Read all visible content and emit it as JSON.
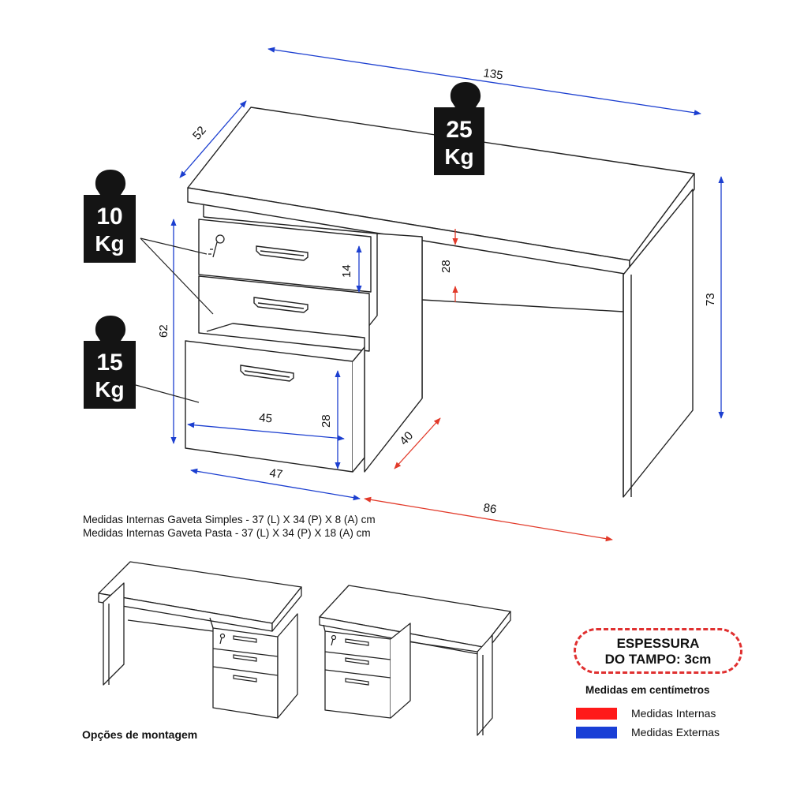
{
  "dimensions": {
    "width": "135",
    "depth": "52",
    "height": "73",
    "drawer_height": "14",
    "opening_height": "28",
    "pedestal_height": "62",
    "folder_width": "45",
    "folder_height": "28",
    "pedestal_width": "47",
    "knee_depth": "40",
    "leg_span": "86"
  },
  "weights": {
    "top": {
      "value": "25",
      "unit": "Kg"
    },
    "drawer_upper": {
      "value": "10",
      "unit": "Kg"
    },
    "drawer_lower": {
      "value": "15",
      "unit": "Kg"
    }
  },
  "notes": {
    "simple": "Medidas Internas Gaveta Simples -  37 (L) X 34 (P) X 8 (A) cm",
    "folder": "Medidas Internas Gaveta Pasta -  37 (L) X 34 (P) X 18 (A) cm"
  },
  "mounting_label": "Opções de montagem",
  "thickness": {
    "line1": "ESPESSURA",
    "line2": "DO TAMPO: 3cm"
  },
  "units_caption": "Medidas em centímetros",
  "legend": [
    {
      "label": "Medidas Internas",
      "color": "#ff1a1a"
    },
    {
      "label": "Medidas Externas",
      "color": "#1a3fd6"
    }
  ],
  "colors": {
    "internal": "#e23a2a",
    "external": "#1c3fd0",
    "weight_icon": "#141414"
  }
}
